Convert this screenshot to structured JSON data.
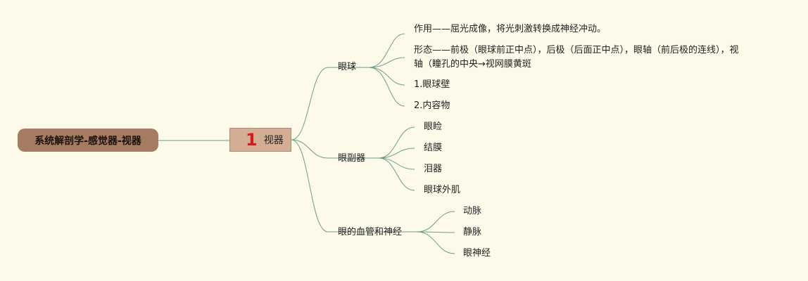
{
  "root": {
    "label": "系统解剖学-感觉器-视器"
  },
  "main": {
    "number": "1",
    "label": "视器"
  },
  "branches": [
    {
      "label": "眼球",
      "children": [
        "作用——屈光成像，将光刺激转换成神经冲动。",
        "形态——前极（眼球前正中点），后极（后面正中点），眼轴（前后极的连线），视轴（瞳孔的中央→视网膜黄斑",
        "1.眼球壁",
        "2.内容物"
      ]
    },
    {
      "label": "眼副器",
      "children": [
        "眼睑",
        "结膜",
        "泪器",
        "眼球外肌"
      ]
    },
    {
      "label": "眼的血管和神经",
      "children": [
        "动脉",
        "静脉",
        "眼神经"
      ]
    }
  ],
  "colors": {
    "background": "#fefaea",
    "connector": "#6b9e8e",
    "root": "#a57c62",
    "main": "#d4ae93",
    "number": "#d71921"
  }
}
